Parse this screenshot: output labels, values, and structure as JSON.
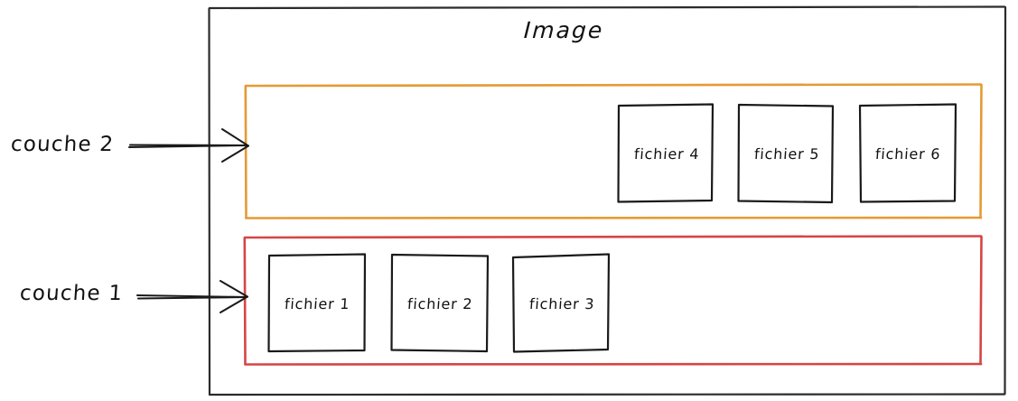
{
  "diagram": {
    "title": "Image",
    "type": "layered-image-sketch",
    "style": "hand-drawn whiteboard sketch"
  },
  "colors": {
    "frame": "#2b2b2b",
    "layer2_border": "#e59a34",
    "layer1_border": "#d64545",
    "tile_border": "#1a1a1a",
    "text": "#111111",
    "background": "#ffffff"
  },
  "annotations": [
    {
      "id": "couche-2",
      "label": "couche 2",
      "points_to": "layer-2-box",
      "arrow": "right"
    },
    {
      "id": "couche-1",
      "label": "couche 1",
      "points_to": "layer-1-box",
      "arrow": "right"
    }
  ],
  "layers": [
    {
      "id": "layer-2",
      "name": "couche 2",
      "border_color": "#e59a34",
      "alignment": "right",
      "files": [
        {
          "label": "fichier 4"
        },
        {
          "label": "fichier 5"
        },
        {
          "label": "fichier 6"
        }
      ]
    },
    {
      "id": "layer-1",
      "name": "couche 1",
      "border_color": "#d64545",
      "alignment": "left",
      "files": [
        {
          "label": "fichier 1"
        },
        {
          "label": "fichier 2"
        },
        {
          "label": "fichier 3"
        }
      ]
    }
  ]
}
